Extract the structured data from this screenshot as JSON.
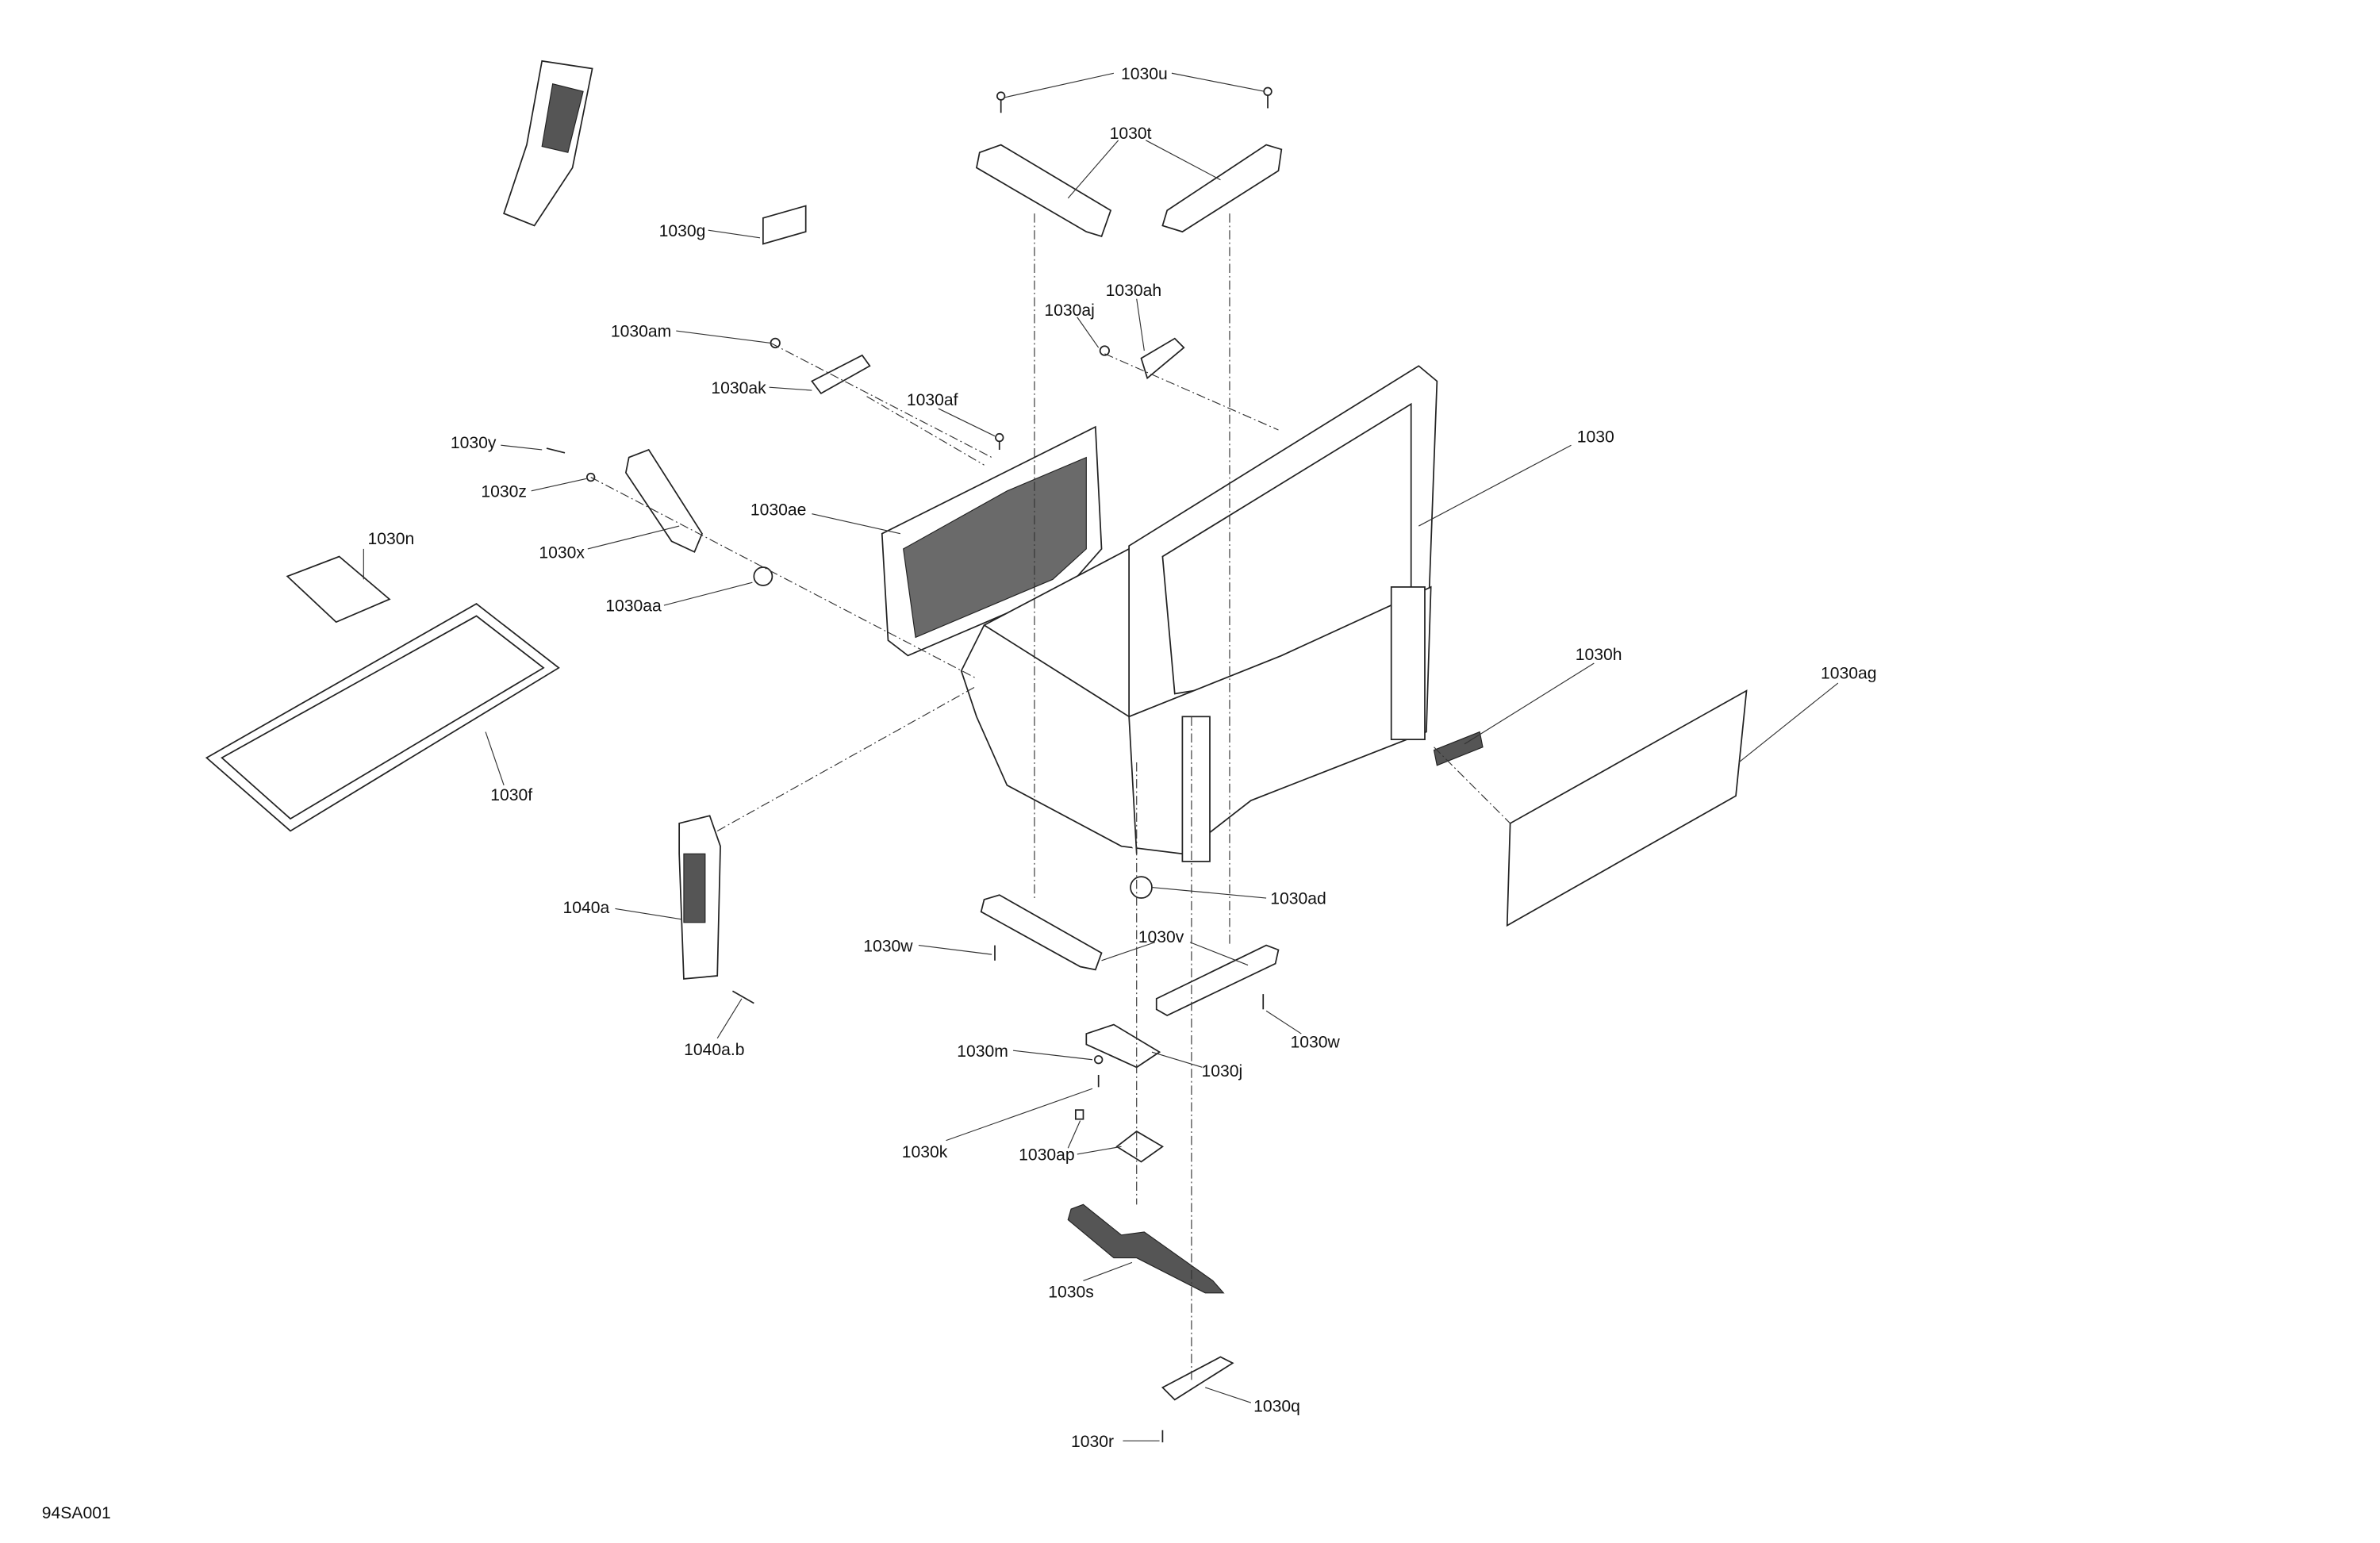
{
  "diagram": {
    "drawing_code": "94SA001",
    "callouts": [
      "1030u",
      "1030t",
      "1030g",
      "1030ah",
      "1030aj",
      "1030am",
      "1030ak",
      "1030af",
      "1030",
      "1030y",
      "1030z",
      "1030ae",
      "1030n",
      "1030x",
      "1030aa",
      "1030h",
      "1030ag",
      "1030f",
      "1030ad",
      "1040a",
      "1030w",
      "1030v",
      "1030w",
      "1030m",
      "1030j",
      "1040a.b",
      "1030k",
      "1030ap",
      "1030s",
      "1030q",
      "1030r"
    ]
  }
}
